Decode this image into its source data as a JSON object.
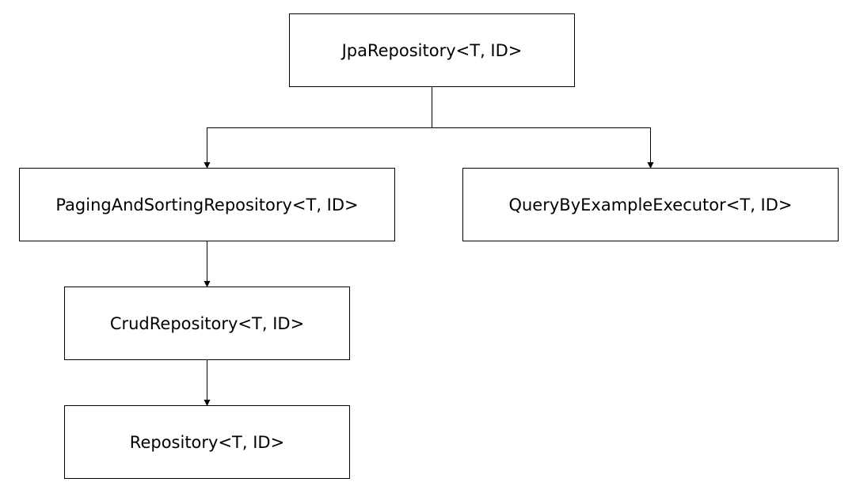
{
  "nodes": {
    "jpa_repository": "JpaRepository<T, ID>",
    "paging_and_sorting_repository": "PagingAndSortingRepository<T, ID>",
    "query_by_example_executor": "QueryByExampleExecutor<T, ID>",
    "crud_repository": "CrudRepository<T, ID>",
    "repository": "Repository<T, ID>"
  },
  "edges": [
    {
      "from": "jpa_repository",
      "to": "paging_and_sorting_repository"
    },
    {
      "from": "jpa_repository",
      "to": "query_by_example_executor"
    },
    {
      "from": "paging_and_sorting_repository",
      "to": "crud_repository"
    },
    {
      "from": "crud_repository",
      "to": "repository"
    }
  ],
  "colors": {
    "stroke": "#000000",
    "fill": "#ffffff",
    "text": "#000000"
  }
}
